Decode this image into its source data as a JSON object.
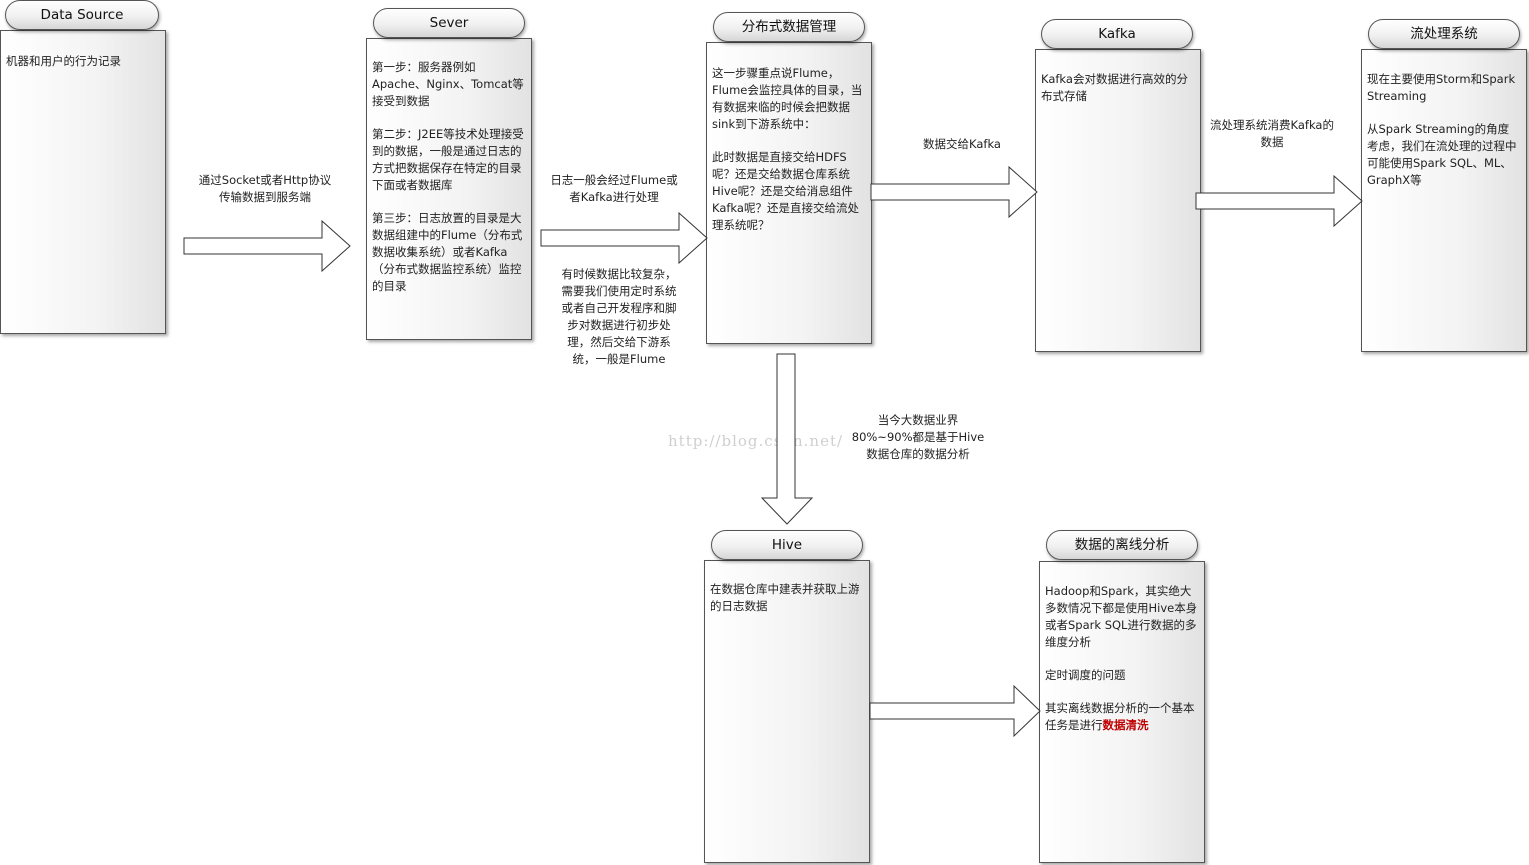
{
  "nodes": {
    "datasource": {
      "title": "Data Source",
      "paras": [
        "机器和用户的行为记录"
      ]
    },
    "server": {
      "title": "Sever",
      "paras": [
        "第一步：服务器例如Apache、Nginx、Tomcat等接受到数据",
        "第二步：J2EE等技术处理接受到的数据，一般是通过日志的方式把数据保存在特定的目录下面或者数据库",
        "第三步：日志放置的目录是大数据组建中的Flume（分布式数据收集系统）或者Kafka（分布式数据监控系统）监控的目录"
      ]
    },
    "distributed": {
      "title": "分布式数据管理",
      "paras": [
        "这一步骤重点说Flume，Flume会监控具体的目录，当有数据来临的时候会把数据sink到下游系统中：",
        "此时数据是直接交给HDFS呢？还是交给数据仓库系统Hive呢？还是交给消息组件Kafka呢？还是直接交给流处理系统呢？"
      ]
    },
    "kafka": {
      "title": "Kafka",
      "paras": [
        "Kafka会对数据进行高效的分布式存储"
      ]
    },
    "stream": {
      "title": "流处理系统",
      "paras": [
        "现在主要使用Storm和Spark Streaming",
        "从Spark Streaming的角度考虑，我们在流处理的过程中可能使用Spark SQL、ML、GraphX等"
      ]
    },
    "hive": {
      "title": "Hive",
      "paras": [
        "在数据仓库中建表并获取上游的日志数据"
      ]
    },
    "offline": {
      "title": "数据的离线分析",
      "para1": "Hadoop和Spark，其实绝大多数情况下都是使用Hive本身或者Spark SQL进行数据的多维度分析",
      "para2": "定时调度的问题",
      "para3_prefix": "其实离线数据分析的一个基本任务是进行",
      "para3_highlight": "数据清洗"
    }
  },
  "edges": {
    "e1": "通过Socket或者Http协议传输数据到服务端",
    "e2": "日志一般会经过Flume或者Kafka进行处理",
    "e2_note": "有时候数据比较复杂，需要我们使用定时系统或者自己开发程序和脚步对数据进行初步处理，然后交给下游系统，一般是Flume",
    "e3": "数据交给Kafka",
    "e4": "流处理系统消费Kafka的数据",
    "e5": "当今大数据业界80%~90%都是基于Hive数据仓库的数据分析"
  },
  "watermark": "http://blog.csdn.net/"
}
